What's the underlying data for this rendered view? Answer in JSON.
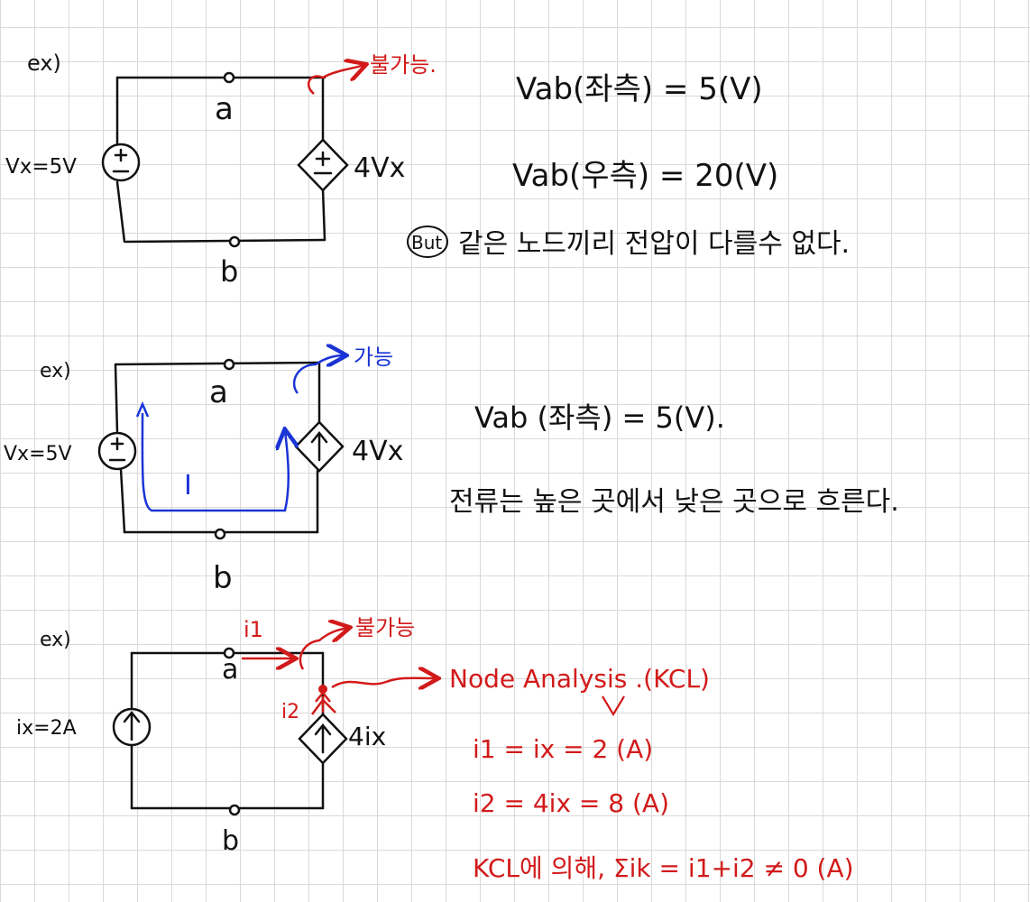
{
  "colors": {
    "ink": "#111111",
    "red": "#d21a1a",
    "blue": "#1a34d6"
  },
  "ex1": {
    "ex_label": "ex)",
    "node_a": "a",
    "node_b": "b",
    "left_source_label": "Vx=5V",
    "right_source_label": "4Vx",
    "note": "불가능.",
    "eq1": "Vab(좌측) = 5(V)",
    "eq2": "Vab(우측) = 20(V)",
    "but_label": "But",
    "conclusion": "같은 노드끼리 전압이 다를수 없다."
  },
  "ex2": {
    "ex_label": "ex)",
    "node_a": "a",
    "node_b": "b",
    "left_source_label": "Vx=5V",
    "right_source_label": "4Vx",
    "note": "가능",
    "current_label": "I",
    "eq1": "Vab (좌측) = 5(V).",
    "conclusion": "전류는 높은 곳에서 낮은 곳으로 흐른다."
  },
  "ex3": {
    "ex_label": "ex)",
    "node_a": "a",
    "node_b": "b",
    "left_source_label": "ix=2A",
    "right_source_label": "4ix",
    "i1_label": "i1",
    "i2_label": "i2",
    "note": "불가능",
    "method": "Node Analysis .(KCL)",
    "eq1": "i1 = ix = 2 (A)",
    "eq2": "i2 = 4ix = 8 (A)",
    "eq3": "KCL에 의해, Σik = i1+i2 ≠ 0 (A)"
  }
}
